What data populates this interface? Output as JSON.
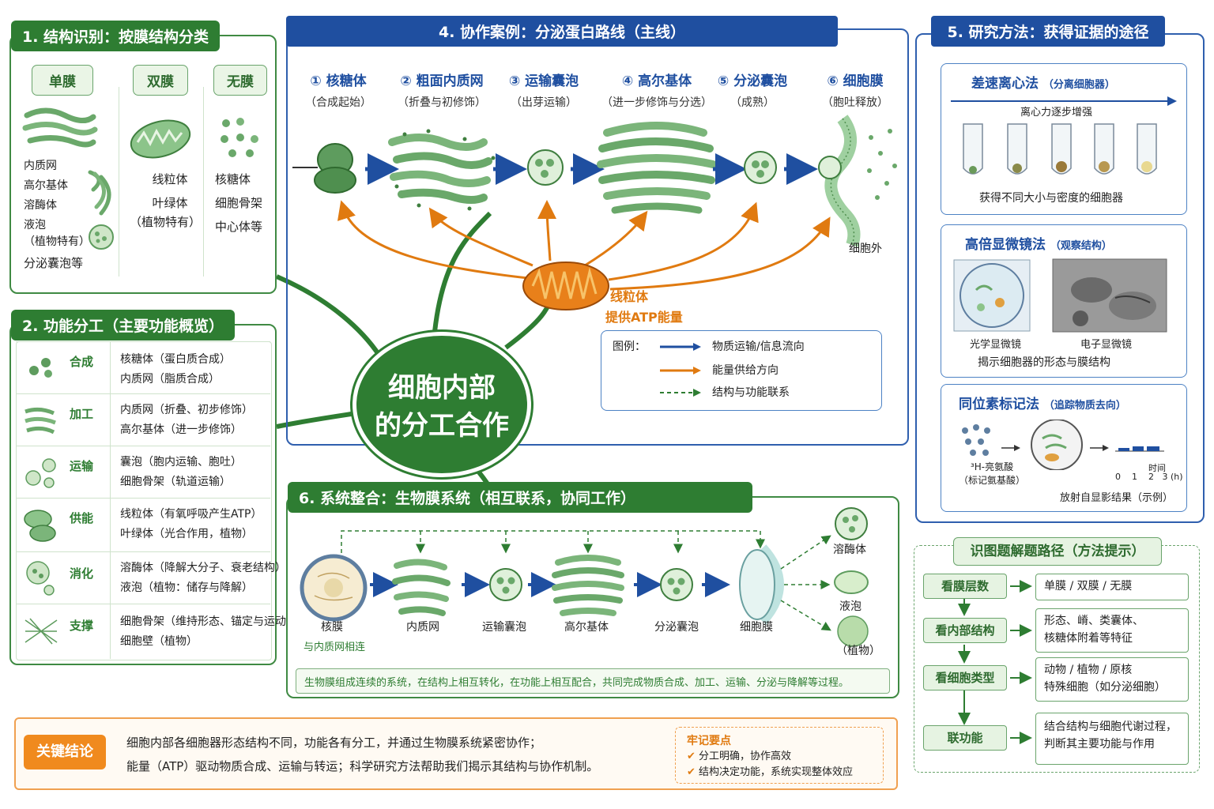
{
  "center": {
    "line1": "细胞内部",
    "line2": "的分工合作"
  },
  "s1": {
    "title": "1. 结构识别：按膜结构分类",
    "cats": [
      "单膜",
      "双膜",
      "无膜"
    ],
    "single": [
      "内质网",
      "高尔基体",
      "溶酶体",
      "液泡",
      "（植物特有）",
      "分泌囊泡等"
    ],
    "double": [
      "线粒体",
      "叶绿体",
      "（植物特有）"
    ],
    "none": [
      "核糖体",
      "细胞骨架",
      "中心体等"
    ]
  },
  "s2": {
    "title": "2. 功能分工（主要功能概览）",
    "rows": [
      {
        "label": "合成",
        "l1": "核糖体（蛋白质合成）",
        "l2": "内质网（脂质合成）"
      },
      {
        "label": "加工",
        "l1": "内质网（折叠、初步修饰）",
        "l2": "高尔基体（进一步修饰）"
      },
      {
        "label": "运输",
        "l1": "囊泡（胞内运输、胞吐）",
        "l2": "细胞骨架（轨道运输）"
      },
      {
        "label": "供能",
        "l1": "线粒体（有氧呼吸产生ATP）",
        "l2": "叶绿体（光合作用，植物）"
      },
      {
        "label": "消化",
        "l1": "溶酶体（降解大分子、衰老结构）",
        "l2": "液泡（植物：储存与降解）"
      },
      {
        "label": "支撑",
        "l1": "细胞骨架（维持形态、锚定与运动）",
        "l2": "细胞壁（植物）"
      }
    ]
  },
  "s4": {
    "title": "4. 协作案例：分泌蛋白路线（主线）",
    "steps": [
      {
        "num": "①",
        "name": "核糖体",
        "sub": "（合成起始）"
      },
      {
        "num": "②",
        "name": "粗面内质网",
        "sub": "（折叠与初修饰）"
      },
      {
        "num": "③",
        "name": "运输囊泡",
        "sub": "（出芽运输）"
      },
      {
        "num": "④",
        "name": "高尔基体",
        "sub": "（进一步修饰与分选）"
      },
      {
        "num": "⑤",
        "name": "分泌囊泡",
        "sub": "（成熟）"
      },
      {
        "num": "⑥",
        "name": "细胞膜",
        "sub": "（胞吐释放）"
      }
    ],
    "outside": "细胞外",
    "mito1": "线粒体",
    "mito2": "提供ATP能量",
    "legend": {
      "title": "图例：",
      "blue": "物质运输/信息流向",
      "orange": "能量供给方向",
      "dash": "结构与功能联系"
    }
  },
  "s5": {
    "title": "5. 研究方法：获得证据的途径",
    "m1": {
      "name": "差速离心法",
      "note": "（分离细胞器）",
      "arrow": "离心力逐步增强",
      "result": "获得不同大小与密度的细胞器"
    },
    "m2": {
      "name": "高倍显微镜法",
      "note": "（观察结构）",
      "left": "光学显微镜",
      "right": "电子显微镜",
      "result": "揭示细胞器的形态与膜结构"
    },
    "m3": {
      "name": "同位素标记法",
      "note": "（追踪物质去向）",
      "label1": "³H-亮氨酸",
      "label2": "（标记氨基酸）",
      "axis": "时间",
      "ticks": [
        "0",
        "1",
        "2",
        "3 (h)"
      ],
      "result": "放射自显影结果（示例）"
    }
  },
  "s6": {
    "title": "6. 系统整合：生物膜系统（相互联系，协同工作）",
    "items": [
      "核膜",
      "内质网",
      "运输囊泡",
      "高尔基体",
      "分泌囊泡",
      "细胞膜"
    ],
    "nuc_note": "与内质网相连",
    "side": [
      "溶酶体",
      "液泡",
      "（植物）"
    ],
    "summary": "生物膜组成连续的系统，在结构上相互转化，在功能上相互配合，共同完成物质合成、加工、运输、分泌与降解等过程。"
  },
  "path": {
    "title": "识图题解题路径（方法提示）",
    "steps": [
      {
        "step": "看膜层数",
        "res": [
          "单膜 / 双膜 / 无膜"
        ]
      },
      {
        "step": "看内部结构",
        "res": [
          "形态、嵴、类囊体、",
          "核糖体附着等特征"
        ]
      },
      {
        "step": "看细胞类型",
        "res": [
          "动物 / 植物 / 原核",
          "特殊细胞（如分泌细胞）"
        ]
      },
      {
        "step": "联功能",
        "res": [
          "结合结构与细胞代谢过程，",
          "判断其主要功能与作用"
        ]
      }
    ]
  },
  "key": {
    "label": "关键结论",
    "line1": "细胞内部各细胞器形态结构不同，功能各有分工，并通过生物膜系统紧密协作；",
    "line2": "能量（ATP）驱动物质合成、运输与转运；科学研究方法帮助我们揭示其结构与协作机制。",
    "remember_title": "牢记要点",
    "r1": "分工明确，协作高效",
    "r2": "结构决定功能，系统实现整体效应"
  },
  "colors": {
    "green": "#2e7d32",
    "blue": "#1f4fa0",
    "orange": "#e07a10"
  }
}
